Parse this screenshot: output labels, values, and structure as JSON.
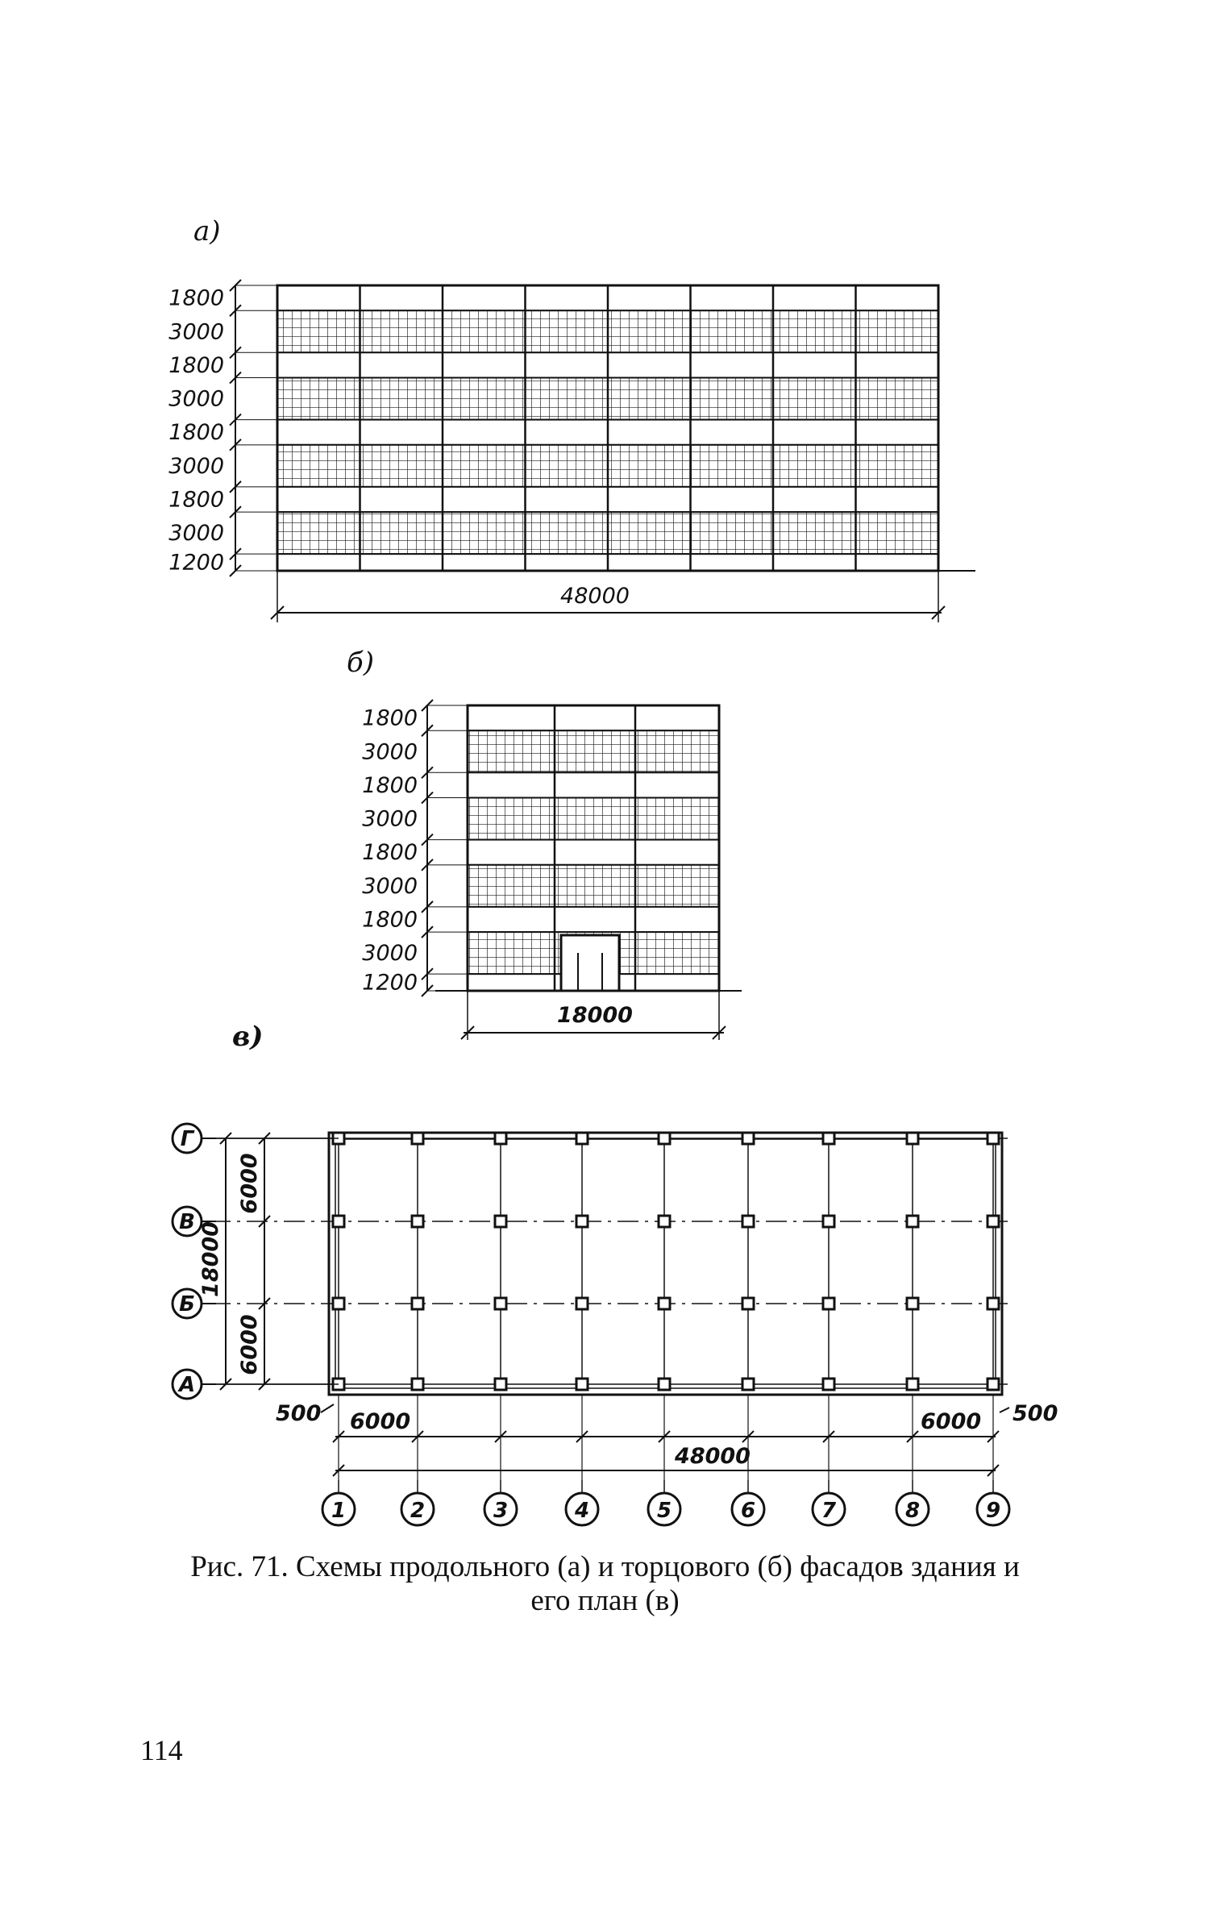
{
  "figure": {
    "panel_a": {
      "label": "а)",
      "row_heights": [
        "1800",
        "3000",
        "1800",
        "3000",
        "1800",
        "3000",
        "1800",
        "3000",
        "1200"
      ],
      "total_length": "48000"
    },
    "panel_b": {
      "label": "б)",
      "row_heights": [
        "1800",
        "3000",
        "1800",
        "3000",
        "1800",
        "3000",
        "1800",
        "3000",
        "1200"
      ],
      "total_width": "18000"
    },
    "panel_c": {
      "label": "в)",
      "row_axes": [
        "Г",
        "В",
        "Б",
        "А"
      ],
      "column_axes": [
        "1",
        "2",
        "3",
        "4",
        "5",
        "6",
        "7",
        "8",
        "9"
      ],
      "bay_6000_top": "6000",
      "bay_6000_bottom": "6000",
      "total_width": "18000",
      "offset_left": "500",
      "span_left": "6000",
      "span_right": "6000",
      "offset_right": "500",
      "total_length": "48000"
    }
  },
  "caption": {
    "line1": "Рис. 71. Схемы продольного (а) и торцового (б) фасадов здания и",
    "line2": "его план (в)"
  },
  "page_number": "114"
}
